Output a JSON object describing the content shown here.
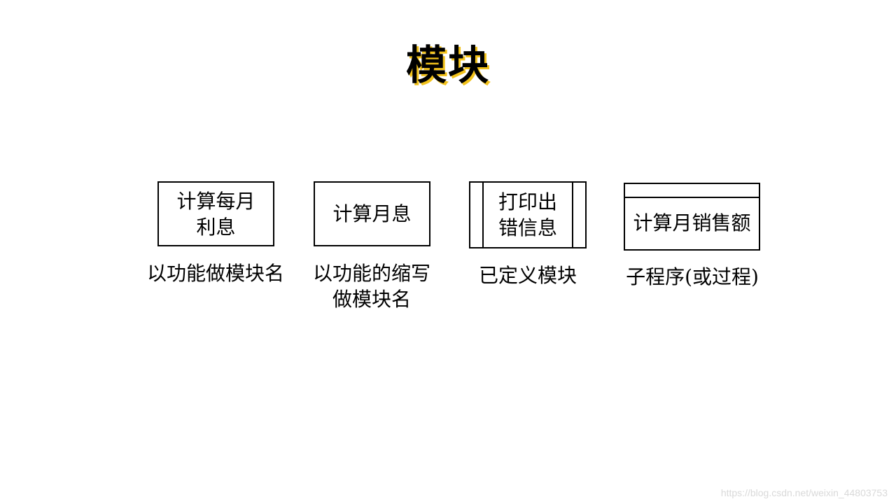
{
  "title": "模块",
  "modules": [
    {
      "box_text": "计算每月\n利息",
      "caption": "以功能做模块名"
    },
    {
      "box_text": "计算月息",
      "caption": "以功能的缩写\n做模块名"
    },
    {
      "box_text": "打印出\n错信息",
      "caption": "已定义模块"
    },
    {
      "box_text": "计算月销售额",
      "caption": "子程序(或过程)"
    }
  ],
  "watermark": "https://blog.csdn.net/weixin_44803753",
  "colors": {
    "title_shadow": "#f2c21b",
    "stroke": "#000000",
    "background": "#ffffff"
  }
}
